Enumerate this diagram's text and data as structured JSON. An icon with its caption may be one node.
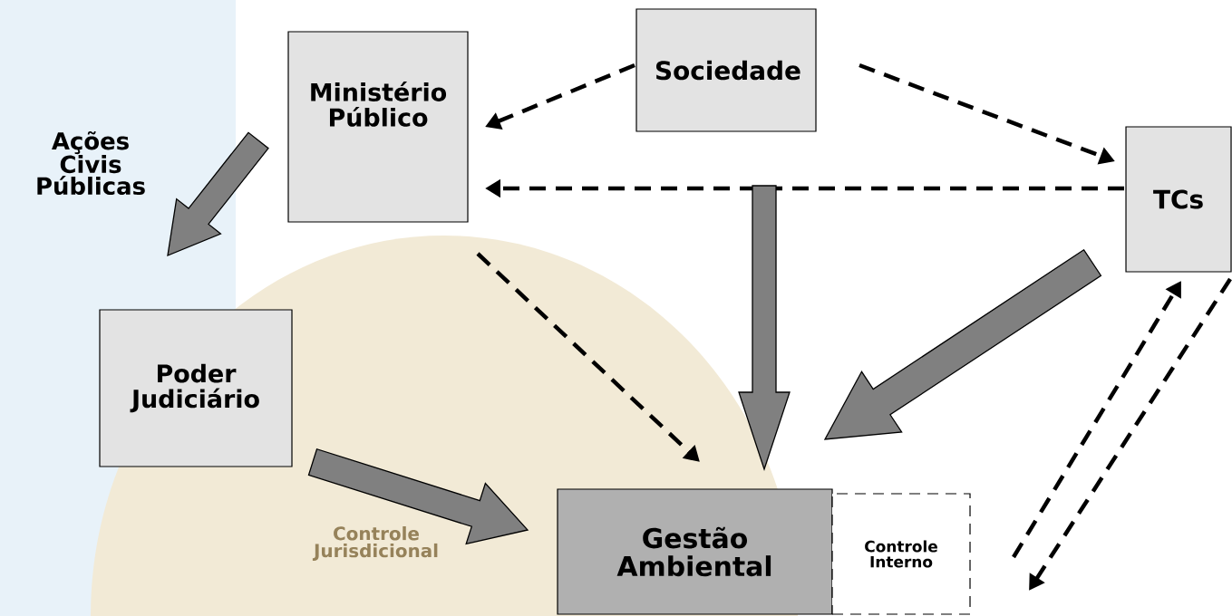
{
  "diagram": {
    "nodes": [
      {
        "text": [
          "Sociedade"
        ]
      },
      {
        "text": [
          "Ministério Público"
        ]
      },
      {
        "text": [
          "TCs"
        ]
      },
      {
        "text": [
          "Poder Judiciário"
        ]
      },
      {
        "text": [
          "Gestão Ambiental"
        ]
      },
      {
        "text": [
          "Controle Interno"
        ]
      }
    ],
    "edges": [
      {
        "from": 0,
        "to": 1,
        "arrow": "to",
        "style": "dashed"
      },
      {
        "from": 0,
        "to": 2,
        "arrow": "to",
        "style": "dashed"
      },
      {
        "from": 2,
        "to": 1,
        "arrow": "to",
        "style": "dashed"
      },
      {
        "from": 1,
        "to": 4,
        "arrow": "to",
        "style": "dashed"
      },
      {
        "from": 1,
        "to": 3,
        "arrow": "to",
        "style": "thick",
        "color": "#808080",
        "label": "Ações Civis Públicas"
      },
      {
        "from": 0,
        "to": 4,
        "arrow": "to",
        "style": "thick",
        "color": "#808080"
      },
      {
        "from": 2,
        "to": 4,
        "arrow": "to",
        "style": "thick",
        "color": "#808080"
      },
      {
        "from": 3,
        "to": 4,
        "arrow": "to",
        "style": "thick",
        "color": "#808080",
        "label": "Controle Jurisdicional"
      },
      {
        "from": 5,
        "to": 2,
        "arrow": "to",
        "style": "dashed"
      },
      {
        "from": 2,
        "to": 5,
        "arrow": "to",
        "style": "dashed"
      }
    ]
  }
}
